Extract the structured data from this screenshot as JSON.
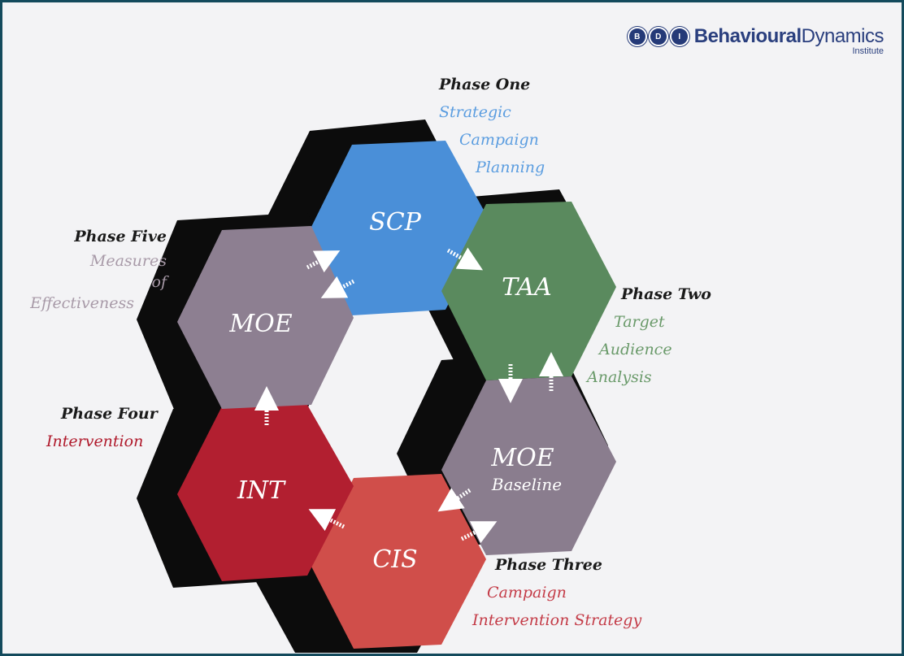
{
  "logo": {
    "letters": [
      "B",
      "D",
      "I"
    ],
    "bold": "Behavioural",
    "regular": "Dynamics",
    "sub": "Institute"
  },
  "hexagons": {
    "scp": {
      "label": "SCP",
      "color": "#4a8fd8"
    },
    "taa": {
      "label": "TAA",
      "color": "#5a8a5e"
    },
    "moe_baseline": {
      "label": "MOE",
      "sublabel": "Baseline",
      "color": "#8a7d8e"
    },
    "cis": {
      "label": "CIS",
      "color": "#d04e4a"
    },
    "int": {
      "label": "INT",
      "color": "#b21f30"
    },
    "moe": {
      "label": "MOE",
      "color": "#8d7f91"
    }
  },
  "phases": {
    "one": {
      "title": "Phase One",
      "lines": [
        "Strategic",
        "Campaign",
        "Planning"
      ],
      "color": "#5b9de0"
    },
    "two": {
      "title": "Phase Two",
      "lines": [
        "Target",
        "Audience",
        "Analysis"
      ],
      "color": "#6a9a6a"
    },
    "three": {
      "title": "Phase Three",
      "lines": [
        "Campaign",
        "Intervention Strategy"
      ],
      "color": "#c43c48"
    },
    "four": {
      "title": "Phase Four",
      "lines": [
        "Intervention"
      ],
      "color": "#b01a2c"
    },
    "five": {
      "title": "Phase Five",
      "lines": [
        "Measures",
        "of",
        "Effectiveness"
      ],
      "color": "#a89aa8"
    }
  }
}
